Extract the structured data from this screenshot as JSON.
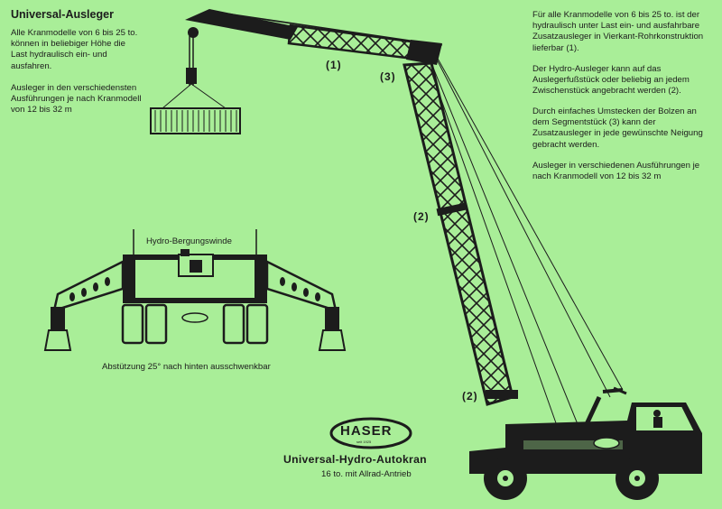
{
  "colors": {
    "background": "#a9ee98",
    "ink": "#1c1c1c"
  },
  "left": {
    "heading": "Universal-Ausleger",
    "p1": "Alle Kranmodelle von 6 bis 25 to. können in beliebiger Höhe die Last hydraulisch ein- und ausfahren.",
    "p2": "Ausleger in den verschiedensten Ausführungen je nach Kranmodell von 12 bis 32 m"
  },
  "right": {
    "p1": "Für alle Kranmodelle von 6 bis 25 to. ist der hydraulisch unter Last ein- und ausfahrbare Zusatzausleger in Vierkant-Rohrkonstruktion lieferbar (1).",
    "p2": "Der Hydro-Ausleger kann auf das Auslegerfußstück oder beliebig an jedem Zwischenstück angebracht werden (2).",
    "p3": "Durch einfaches Umstecken der Bolzen an dem Segmentstück (3) kann der Zusatzausleger in jede gewünschte Neigung gebracht werden.",
    "p4": "Ausleger in verschiedenen Ausführungen je nach Kranmodell von 12 bis 32 m"
  },
  "callouts": {
    "c1": "(1)",
    "c3": "(3)",
    "c2a": "(2)",
    "c2b": "(2)"
  },
  "outrigger": {
    "winch_label": "Hydro-Bergungswinde",
    "caption": "Abstützung 25° nach hinten ausschwenkbar"
  },
  "logo": {
    "text": "HASER",
    "sub": "seit 1925"
  },
  "product": {
    "name": "Universal-Hydro-Autokran",
    "subtitle": "16 to. mit Allrad-Antrieb"
  }
}
